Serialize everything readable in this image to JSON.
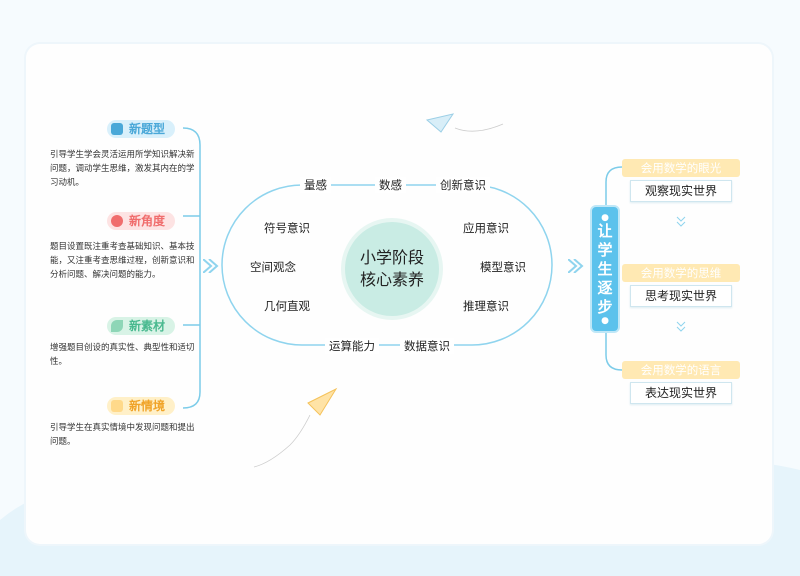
{
  "left": [
    {
      "label": "新题型",
      "desc": "引导学生学会灵活运用所学知识解决新问题，调动学生思维，激发其内在的学习动机。",
      "color": "#4aa8d8",
      "bg": "#d9f0fb",
      "icon": "book-icon"
    },
    {
      "label": "新角度",
      "desc": "题目设置既注重考查基础知识、基本技能，又注重考查思维过程，创新意识和分析问题、解决问题的能力。",
      "color": "#f06d6d",
      "bg": "#fde3e3",
      "icon": "lightbulb-icon"
    },
    {
      "label": "新素材",
      "desc": "增强题目创设的真实性、典型性和适切性。",
      "color": "#49b98f",
      "bg": "#d8f3e6",
      "icon": "leaf-icon"
    },
    {
      "label": "新情境",
      "desc": "引导学生在真实情境中发现问题和提出问题。",
      "color": "#f0a328",
      "bg": "#fff0c8",
      "icon": "scene-icon"
    }
  ],
  "center": {
    "line1": "小学阶段",
    "line2": "核心素养"
  },
  "keywords": {
    "top": [
      "量感",
      "数感",
      "创新意识"
    ],
    "bottom": [
      "运算能力",
      "数据意识"
    ],
    "left": [
      "符号意识",
      "空间观念",
      "几何直观"
    ],
    "right": [
      "应用意识",
      "模型意识",
      "推理意识"
    ]
  },
  "badge": {
    "chars": [
      "让",
      "学",
      "生",
      "逐",
      "步"
    ]
  },
  "right": [
    {
      "top": "会用数学的眼光",
      "bottom": "观察现实世界"
    },
    {
      "top": "会用数学的思维",
      "bottom": "思考现实世界"
    },
    {
      "top": "会用数学的语言",
      "bottom": "表达现实世界"
    }
  ],
  "colors": {
    "accent": "#5cc2ec",
    "line": "#7ccce9"
  }
}
